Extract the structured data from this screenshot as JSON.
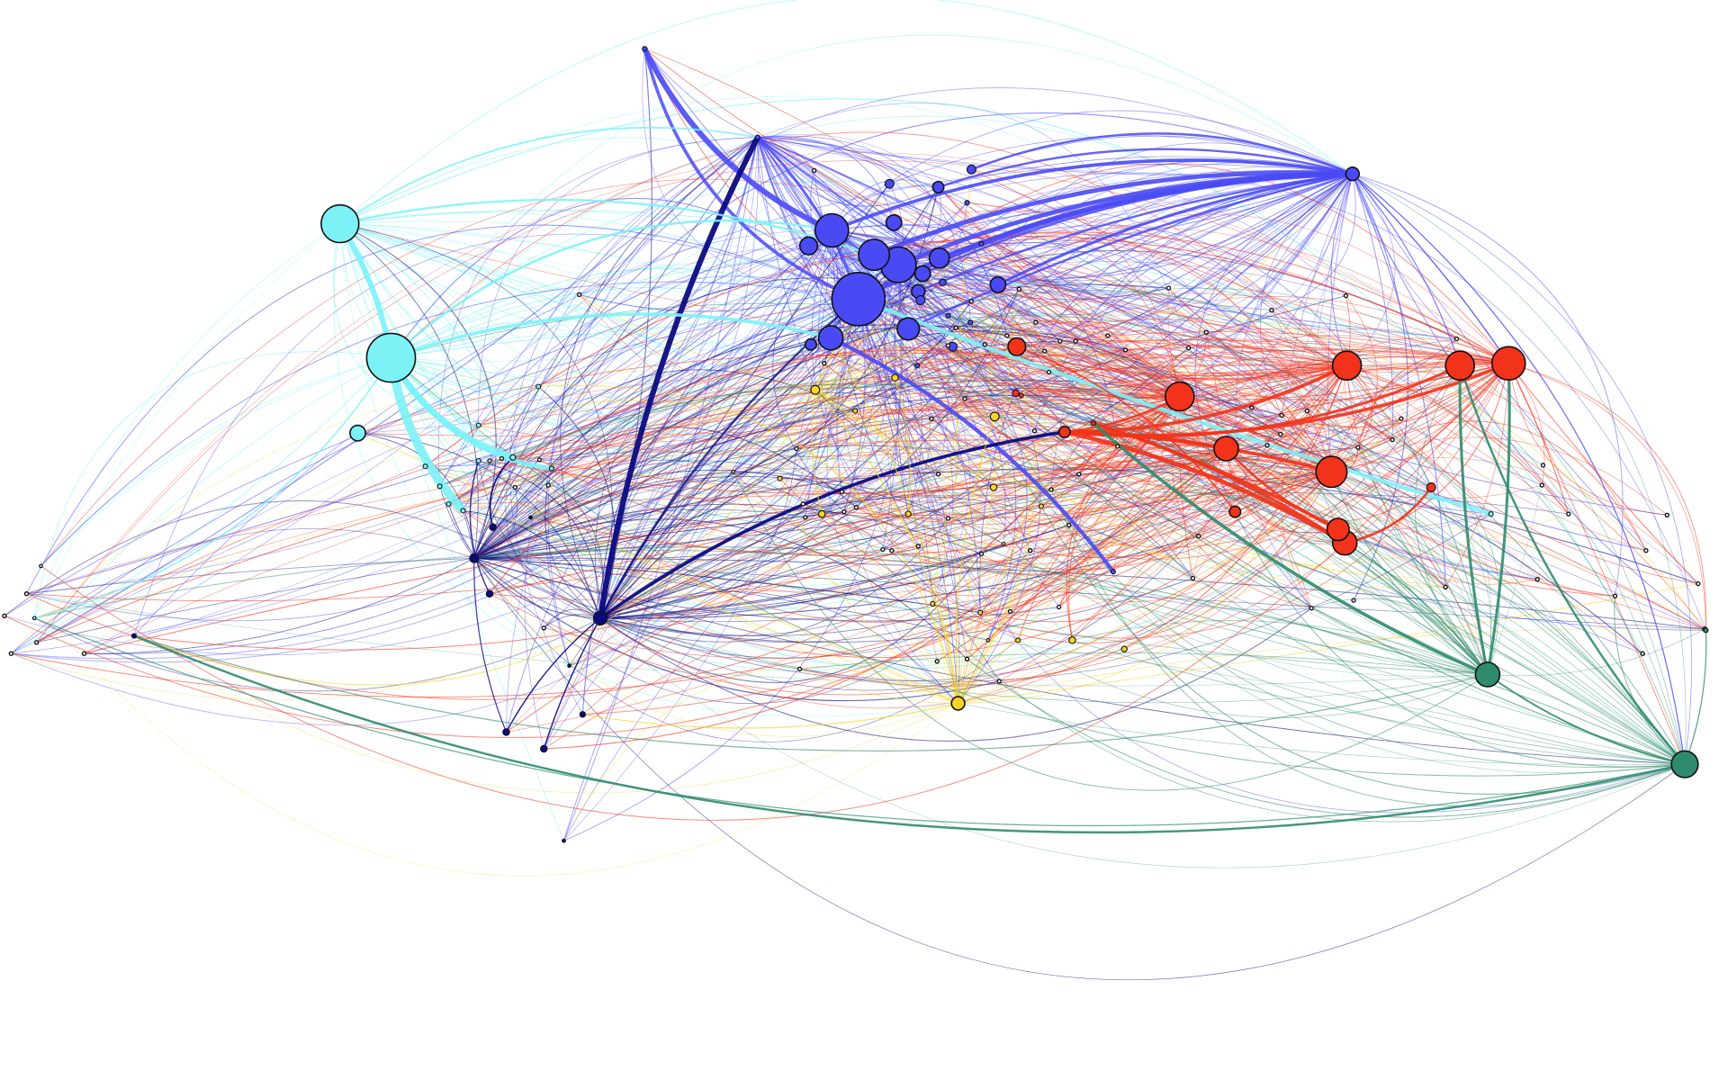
{
  "colors": {
    "background": "#ffffff",
    "node_outline": "#111111",
    "cyan": "#7cf2f7",
    "blue": "#4a4af4",
    "navy": "#0b0b80",
    "red": "#f2321a",
    "yellow": "#f7d42a",
    "green": "#2e8b6e"
  },
  "clusters": [
    "cyan",
    "blue",
    "navy",
    "red",
    "yellow",
    "green"
  ]
}
